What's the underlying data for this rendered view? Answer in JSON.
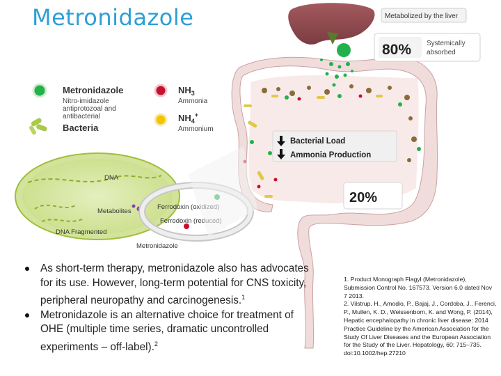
{
  "slide": {
    "title": "Metronidazole"
  },
  "figure": {
    "liver_label": "Metabolized by the liver",
    "systemic_percent": "80%",
    "systemic_label_line1": "Systemically",
    "systemic_label_line2": "absorbed",
    "colon_percent": "20%",
    "effect_1": "Bacterial Load",
    "effect_2": "Ammonia Production",
    "legend": {
      "metronidazole_name": "Metronidazole",
      "metronidazole_desc_1": "Nitro-imidazole",
      "metronidazole_desc_2": "antiprotozoal and",
      "metronidazole_desc_3": "antibacterial",
      "nh3_name": "NH",
      "nh3_sub": "3",
      "nh3_desc": "Ammonia",
      "nh4_name": "NH",
      "nh4_sub": "4",
      "nh4_sup": "+",
      "nh4_desc": "Ammonium",
      "bacteria_name": "Bacteria"
    },
    "cell": {
      "dna_label": "DNA",
      "metabolites_label": "Metabolites",
      "dna_fragmented_label": "DNA Fragmented",
      "ferrodoxin_oxidized": "Ferrodoxin (oxidized)",
      "ferrodoxin_reduced": "Ferrodoxin (reduced)",
      "metronidazole_caption": "Metronidazole"
    },
    "colors": {
      "metronidazole": "#22b14c",
      "nh3": "#c8102e",
      "nh4": "#f4c400",
      "bacteria": "#a8c94a",
      "title": "#2e9fd4",
      "liver": "#8e4a4e"
    }
  },
  "bullets": [
    {
      "text": "As short-term therapy, metronidazole also has advocates for its use. However, long-term potential for CNS toxicity, peripheral neuropathy and carcinogenesis.",
      "ref": "1"
    },
    {
      "text": "Metronidazole is an alternative choice for treatment of OHE (multiple time series, dramatic uncontrolled experiments – off-label).",
      "ref": "2"
    }
  ],
  "references": [
    "1. Product Monograph Flagyl (Metronidazole), Submission Control No. 167573. Version 6.0 dated Nov 7 2013.",
    "2. Vilstrup, H., Amodio, P., Bajaj, J., Cordoba, J., Ferenci, P., Mullen, K. D., Weissenborn, K. and Wong, P. (2014), Hepatic encephalopathy in chronic liver disease: 2014 Practice Guideline by the American Association for the Study Of Liver Diseases and the European Association for the Study of the Liver. Hepatology, 60: 715–735. doi:10.1002/hep.27210"
  ]
}
